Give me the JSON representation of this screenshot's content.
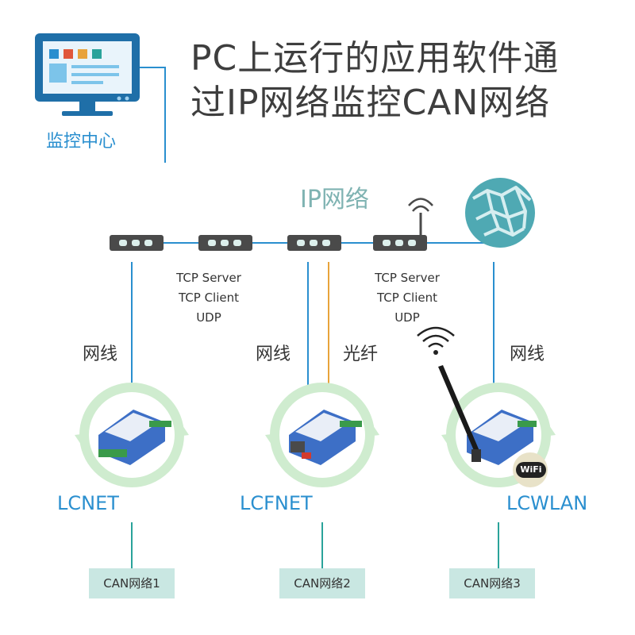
{
  "title": {
    "line1": "PC上运行的应用软件通",
    "line2": "过IP网络监控CAN网络"
  },
  "monitor": {
    "label": "监控中心"
  },
  "ip_network": {
    "label": "IP网络"
  },
  "protocols": [
    {
      "lines": [
        "TCP Server",
        "TCP Client",
        "UDP"
      ]
    },
    {
      "lines": [
        "TCP Server",
        "TCP Client",
        "UDP"
      ]
    }
  ],
  "links": {
    "left_cable": "网线",
    "middle_cable": "网线",
    "fiber": "光纤",
    "right_cable": "网线"
  },
  "devices": [
    {
      "name": "LCNET",
      "can": "CAN网络1"
    },
    {
      "name": "LCFNET",
      "can": "CAN网络2"
    },
    {
      "name": "LCWLAN",
      "can": "CAN网络3"
    }
  ],
  "wifi_badge": "WiFi",
  "colors": {
    "accent_blue": "#2a8fcf",
    "panel": "#dcefec",
    "fiber": "#e8a33b",
    "line_teal": "#2aa39a",
    "device_blue": "#3d6fc6",
    "ring_green": "#cfeccf"
  }
}
